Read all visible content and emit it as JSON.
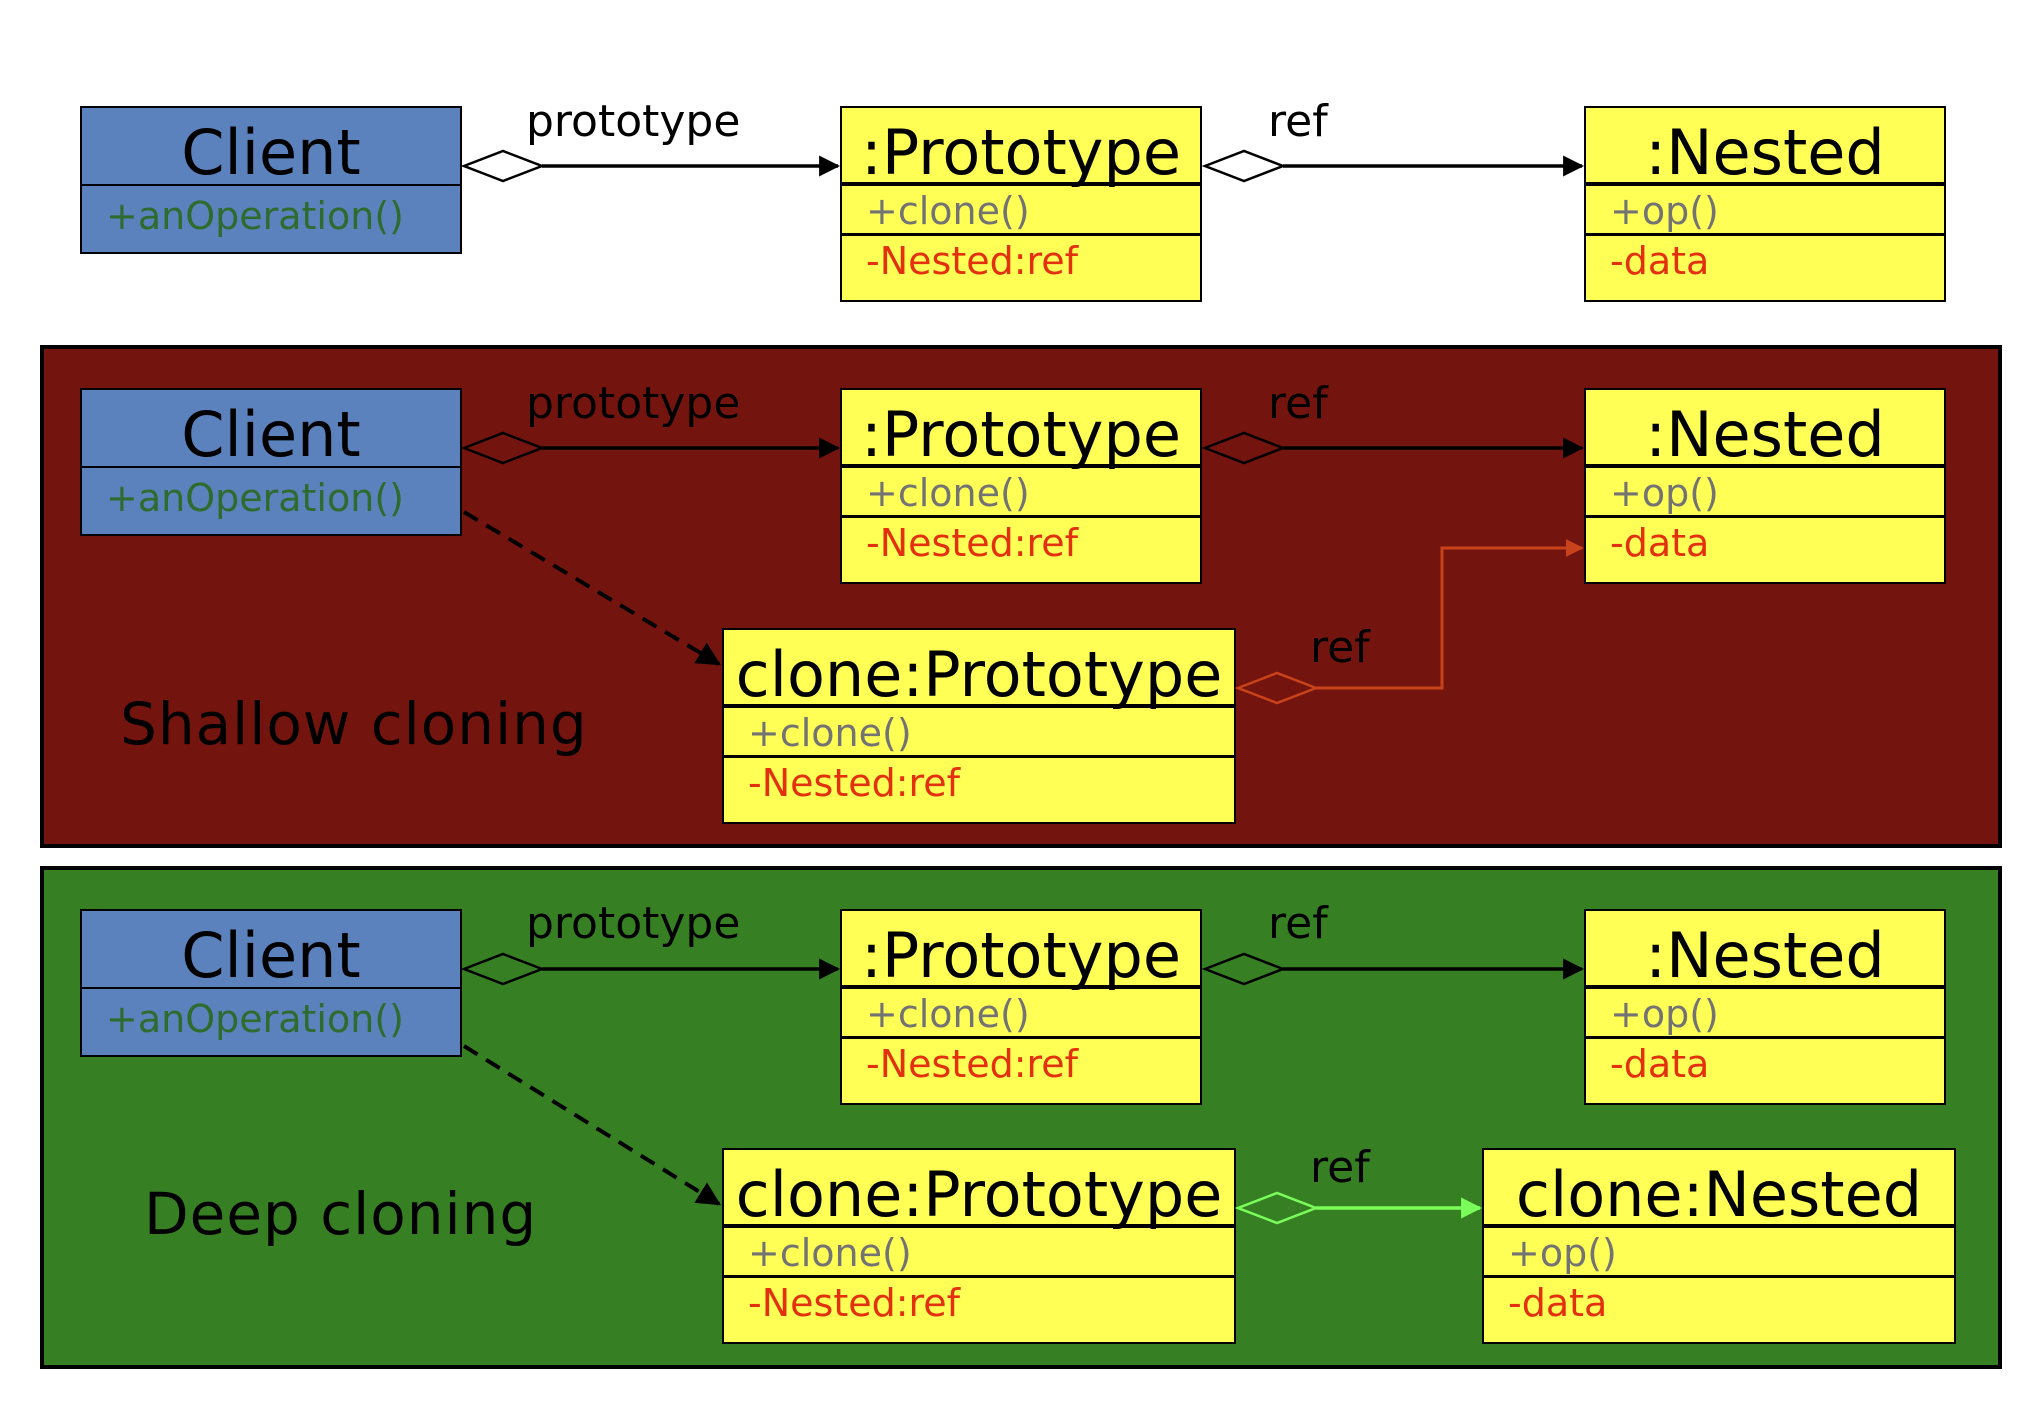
{
  "colors": {
    "client_fill": "#5b82bd",
    "object_fill": "#ffff55",
    "operation_client": "#2e6b2e",
    "operation_object": "#737373",
    "attribute": "#e3300e",
    "shallow_panel": "#74140e",
    "deep_panel": "#377f23",
    "shallow_ref_line": "#c9431a",
    "deep_ref_line": "#7aff5a"
  },
  "top_row": {
    "client": {
      "name": "Client",
      "operation": "+anOperation()"
    },
    "prototype_label": "prototype",
    "prototype": {
      "name": ":Prototype",
      "operation": "+clone()",
      "attribute": "-Nested:ref"
    },
    "ref_label": "ref",
    "nested": {
      "name": ":Nested",
      "operation": "+op()",
      "attribute": "-data"
    }
  },
  "shallow": {
    "title": "Shallow cloning",
    "client": {
      "name": "Client",
      "operation": "+anOperation()"
    },
    "prototype_label": "prototype",
    "prototype": {
      "name": ":Prototype",
      "operation": "+clone()",
      "attribute": "-Nested:ref"
    },
    "ref_label": "ref",
    "nested": {
      "name": ":Nested",
      "operation": "+op()",
      "attribute": "-data"
    },
    "clone": {
      "name": "clone:Prototype",
      "operation": "+clone()",
      "attribute": "-Nested:ref"
    },
    "clone_ref_label": "ref"
  },
  "deep": {
    "title": "Deep cloning",
    "client": {
      "name": "Client",
      "operation": "+anOperation()"
    },
    "prototype_label": "prototype",
    "prototype": {
      "name": ":Prototype",
      "operation": "+clone()",
      "attribute": "-Nested:ref"
    },
    "ref_label": "ref",
    "nested": {
      "name": ":Nested",
      "operation": "+op()",
      "attribute": "-data"
    },
    "clone": {
      "name": "clone:Prototype",
      "operation": "+clone()",
      "attribute": "-Nested:ref"
    },
    "clone_ref_label": "ref",
    "clone_nested": {
      "name": "clone:Nested",
      "operation": "+op()",
      "attribute": "-data"
    }
  }
}
